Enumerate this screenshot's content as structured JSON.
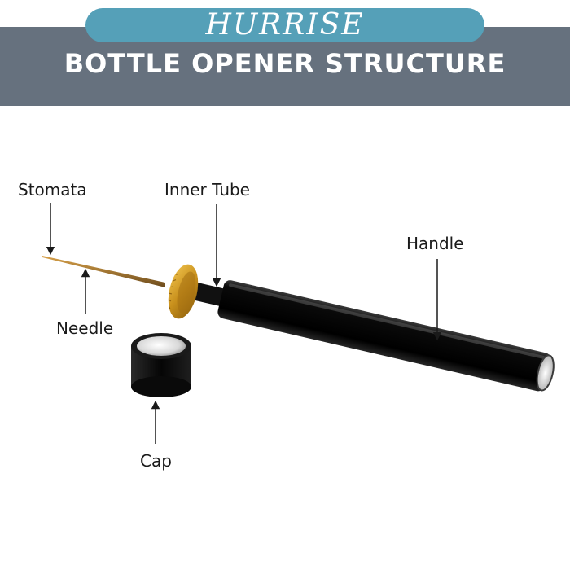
{
  "header": {
    "brand": "HURRISE",
    "title": "BOTTLE OPENER STRUCTURE"
  },
  "labels": {
    "stomata": "Stomata",
    "inner_tube": "Inner Tube",
    "handle": "Handle",
    "needle": "Needle",
    "cap": "Cap"
  },
  "colors": {
    "banner": "#66717e",
    "brand_pill": "#55a0b8",
    "knob": "#c8901c",
    "body": "#0b0b0b"
  }
}
